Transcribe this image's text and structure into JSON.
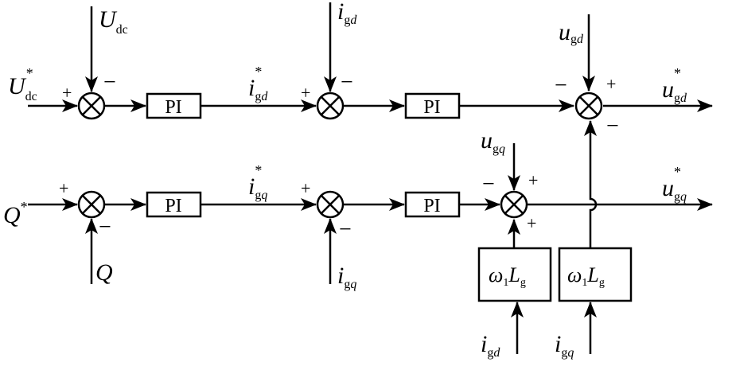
{
  "blocks": {
    "pi": "PI",
    "omega": "ω",
    "omega_sub": "1",
    "L": "L",
    "L_sub": "g"
  },
  "signs": {
    "plus": "+",
    "minus": "−"
  },
  "signals": {
    "udc_ref": {
      "main": "U",
      "sub": "dc",
      "sup": "*"
    },
    "udc": {
      "main": "U",
      "sub": "dc"
    },
    "igd_ref": {
      "main": "i",
      "sub": "gd",
      "sup": "*"
    },
    "igd": {
      "main": "i",
      "sub": "gd"
    },
    "ugd": {
      "main": "u",
      "sub": "gd"
    },
    "ugd_ref": {
      "main": "u",
      "sub": "gd",
      "sup": "*"
    },
    "q_ref": {
      "main": "Q",
      "sup": "*"
    },
    "q": {
      "main": "Q"
    },
    "igq_ref": {
      "main": "i",
      "sub": "gq",
      "sup": "*"
    },
    "igq": {
      "main": "i",
      "sub": "gq"
    },
    "ugq": {
      "main": "u",
      "sub": "gq"
    },
    "ugq_ref": {
      "main": "u",
      "sub": "gq",
      "sup": "*"
    }
  }
}
